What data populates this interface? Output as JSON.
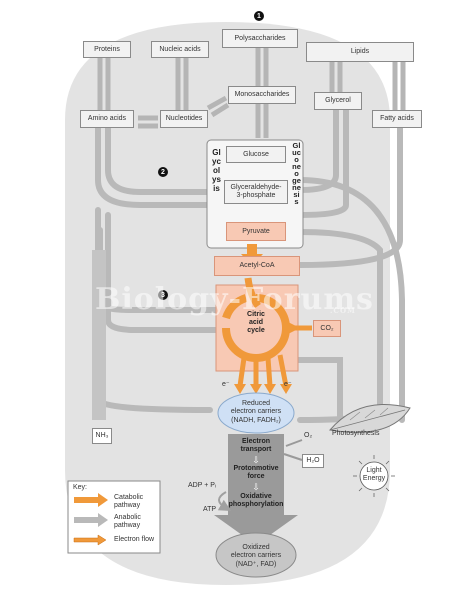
{
  "steps": [
    "1",
    "2",
    "3"
  ],
  "boxes": {
    "proteins": "Proteins",
    "nucleic_acids": "Nucleic acids",
    "polysaccharides": "Polysaccharides",
    "lipids": "Lipids",
    "monosaccharides": "Monosaccharides",
    "amino_acids": "Amino acids",
    "nucleotides": "Nucleotides",
    "glycerol": "Glycerol",
    "fatty_acids": "Fatty acids",
    "glucose": "Glucose",
    "glyceraldehyde": "Glyceraldehyde-\n3-phosphate",
    "pyruvate": "Pyruvate",
    "acetyl_coa": "Acetyl-CoA",
    "co2": "CO₂",
    "nh3": "NH₃",
    "h2o": "H₂O"
  },
  "side_labels": {
    "glycolysis": "Glycolysis",
    "gluconeogenesis": "Gluconeogenesis"
  },
  "cycle_label": "Citric\nacid\ncycle",
  "electron_left": "e⁻",
  "electron_right": "e⁻",
  "reduced_carriers": "Reduced\nelectron carriers\n(NADH, FADH₂)",
  "oxidized_carriers": "Oxidized\nelectron carriers\n(NAD⁺, FAD)",
  "o2": "O₂",
  "photosynthesis": "Photosynthesis",
  "light_energy": "Light\nEnergy",
  "column": {
    "electron_transport": "Electron\ntransport",
    "down_symbol_1": "⇩",
    "protonmotive_force": "Protonmotive\nforce",
    "down_symbol_2": "⇩",
    "oxidative_phosphorylation": "Oxidative\nphosphorylation"
  },
  "adp": "ADP + Pᵢ",
  "atp": "ATP",
  "key": {
    "title": "Key:",
    "catabolic": "Catabolic\npathway",
    "anabolic": "Anabolic\npathway",
    "electron_flow": "Electron flow"
  },
  "watermark": {
    "main": "Biology-Forums",
    "sub": ".COM"
  },
  "colors": {
    "background_oval": "#e3e3e3",
    "anabolic_gray": "#b9b9b9",
    "catabolic_orange": "#f0993a",
    "pink_box": "#f8c9b4",
    "carrier_blue": "#cfe0f5"
  }
}
